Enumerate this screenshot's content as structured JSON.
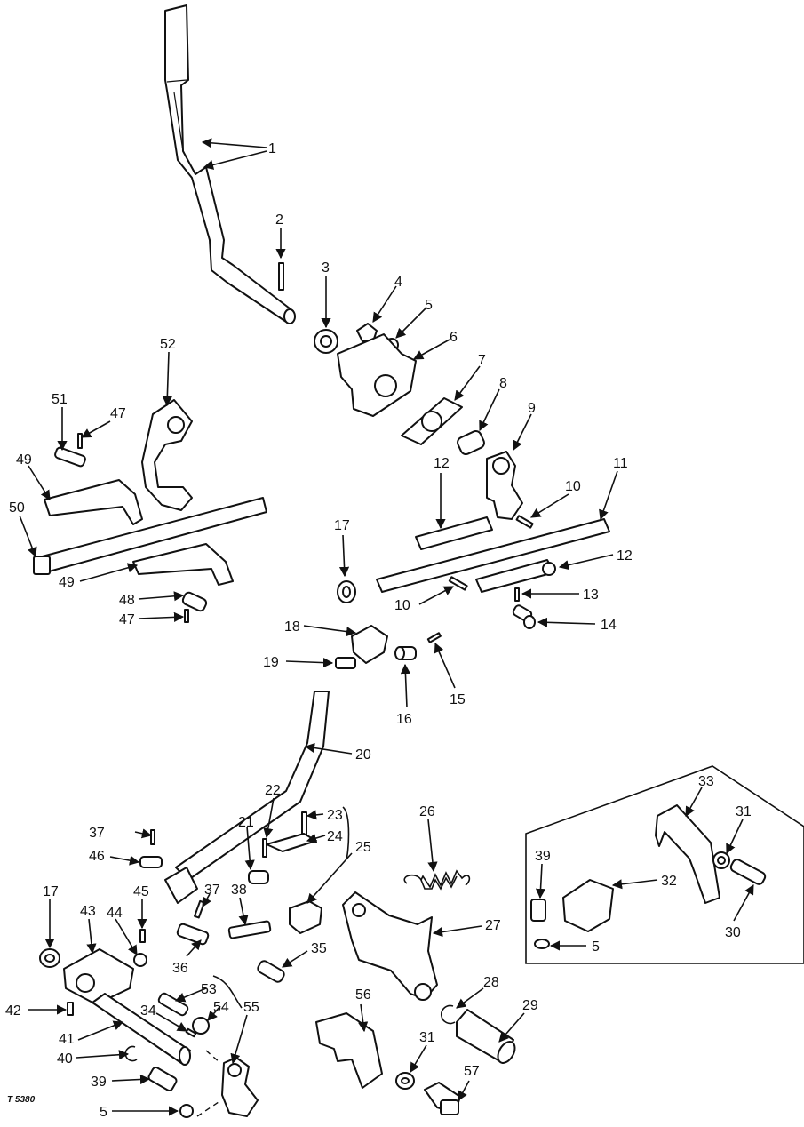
{
  "diagram_code": "T 5380",
  "callouts": [
    "1",
    "2",
    "3",
    "4",
    "5",
    "6",
    "7",
    "8",
    "9",
    "10",
    "11",
    "12",
    "13",
    "14",
    "15",
    "16",
    "17",
    "18",
    "19",
    "20",
    "21",
    "22",
    "23",
    "24",
    "25",
    "26",
    "27",
    "28",
    "29",
    "30",
    "31",
    "32",
    "33",
    "34",
    "35",
    "36",
    "37",
    "38",
    "39",
    "40",
    "41",
    "42",
    "43",
    "44",
    "45",
    "46",
    "47",
    "48",
    "49",
    "50",
    "51",
    "52",
    "53",
    "54",
    "55",
    "56",
    "57"
  ]
}
